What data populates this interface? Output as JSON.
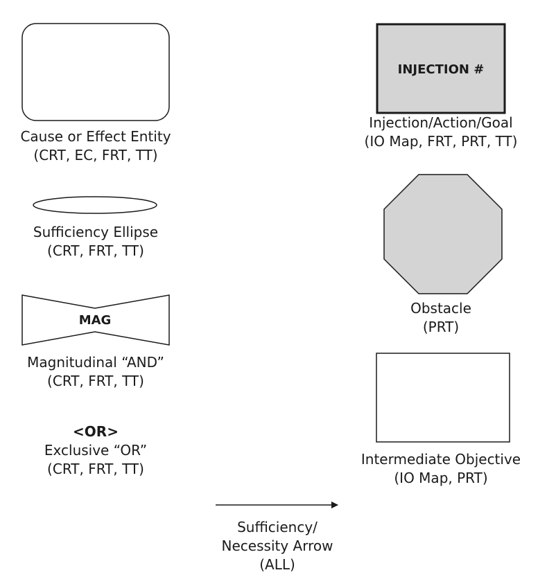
{
  "entity": {
    "line1": "Cause or Effect Entity",
    "line2": "(CRT, EC, FRT, TT)"
  },
  "ellipse": {
    "line1": "Sufficiency Ellipse",
    "line2": "(CRT, FRT, TT)"
  },
  "mag": {
    "shape_text": "MAG",
    "line1": "Magnitudinal “AND”",
    "line2": "(CRT, FRT, TT)"
  },
  "or": {
    "symbol": "<OR>",
    "line1": "Exclusive “OR”",
    "line2": "(CRT, FRT, TT)"
  },
  "injection": {
    "shape_text": "INJECTION #",
    "line1": "Injection/Action/Goal",
    "line2": "(IO Map, FRT, PRT, TT)"
  },
  "obstacle": {
    "line1": "Obstacle",
    "line2": "(PRT)"
  },
  "objective": {
    "line1": "Intermediate Objective",
    "line2": "(IO Map, PRT)"
  },
  "arrow": {
    "line1": "Sufficiency/",
    "line2": "Necessity Arrow",
    "line3": "(ALL)"
  },
  "colors": {
    "stroke": "#1a1a1a",
    "shape_fill_gray": "#d4d4d4",
    "background": "#ffffff"
  }
}
